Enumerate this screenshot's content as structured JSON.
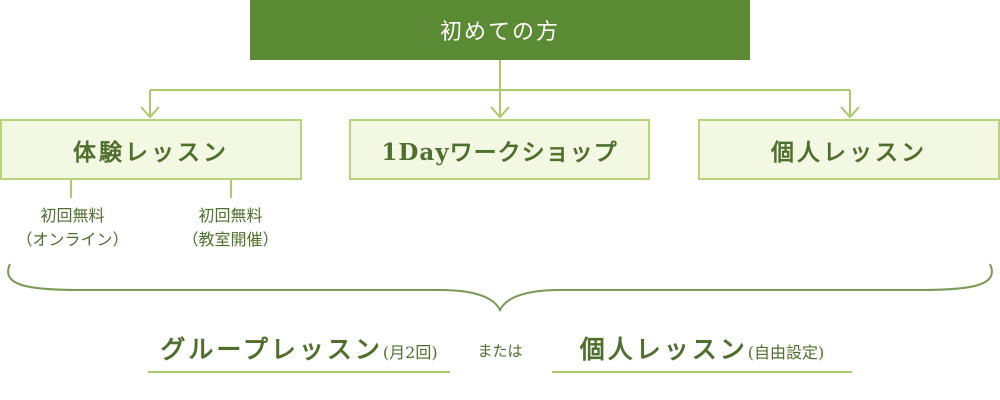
{
  "top": {
    "label": "初めての方"
  },
  "cards": {
    "trial": "体験レッスン",
    "oneday": "1Dayワークショップ",
    "private": "個人レッスン"
  },
  "notes": {
    "online_line1": "初回無料",
    "online_line2": "（オンライン）",
    "classroom_line1": "初回無料",
    "classroom_line2": "（教室開催）"
  },
  "bottom": {
    "group_main": "グループレッスン",
    "group_sub": "(月2回)",
    "or": "または",
    "private_main": "個人レッスン",
    "private_sub": "(自由設定)"
  },
  "colors": {
    "primary": "#5a8a34",
    "line": "#a9c96a",
    "card_bg": "#f3f8e3",
    "brace": "#7a9a55"
  }
}
